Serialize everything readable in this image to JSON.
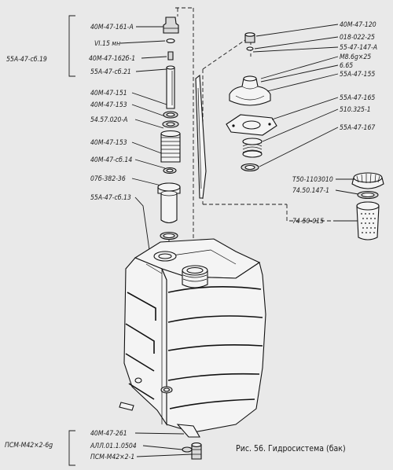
{
  "caption": "Рис. 56. Гидросистема (бак)",
  "group_labels": {
    "upper": "55А-47-сб.19",
    "lower": "ПСМ-М42×2-6g"
  },
  "labels": {
    "l_40m47161a": "40М-47-161-А",
    "l_vi15mn": "VI.15 мн",
    "l_40m471626": "40М-47-162б-1",
    "l_55a47sb21": "55А-47-сб.21",
    "l_40m47151": "40М-47-151",
    "l_40m47153a": "40М-47-153",
    "l_545702a": "54.57.020-А",
    "l_40m47153b": "40М-47-153",
    "l_40m47sb14": "40М-47-сб.14",
    "l_07b38236": "07б-382-36",
    "l_55a47sb13": "55А-47-сб.13",
    "r_40m47120": "40М-47-120",
    "r_01802225": "018-022-25",
    "r_5547147a": "55-47-147-А",
    "r_m86gx25": "М8.6g×25",
    "r_65": "6.65",
    "r_55a47155": "55А-47-155",
    "r_55a47165": "55А-47-165",
    "r_5103251": "510.325-1",
    "r_55a47167": "55А-47-167",
    "r_t501103010": "Т50-1103010",
    "r_74501471": "74.50.147-1",
    "r_7450015": "74-50-015",
    "b_40m47261": "40М-47-261",
    "b_all010504": "АЛЛ.01.1.0504",
    "b_psm": "ПСМ-М42×2-1"
  }
}
